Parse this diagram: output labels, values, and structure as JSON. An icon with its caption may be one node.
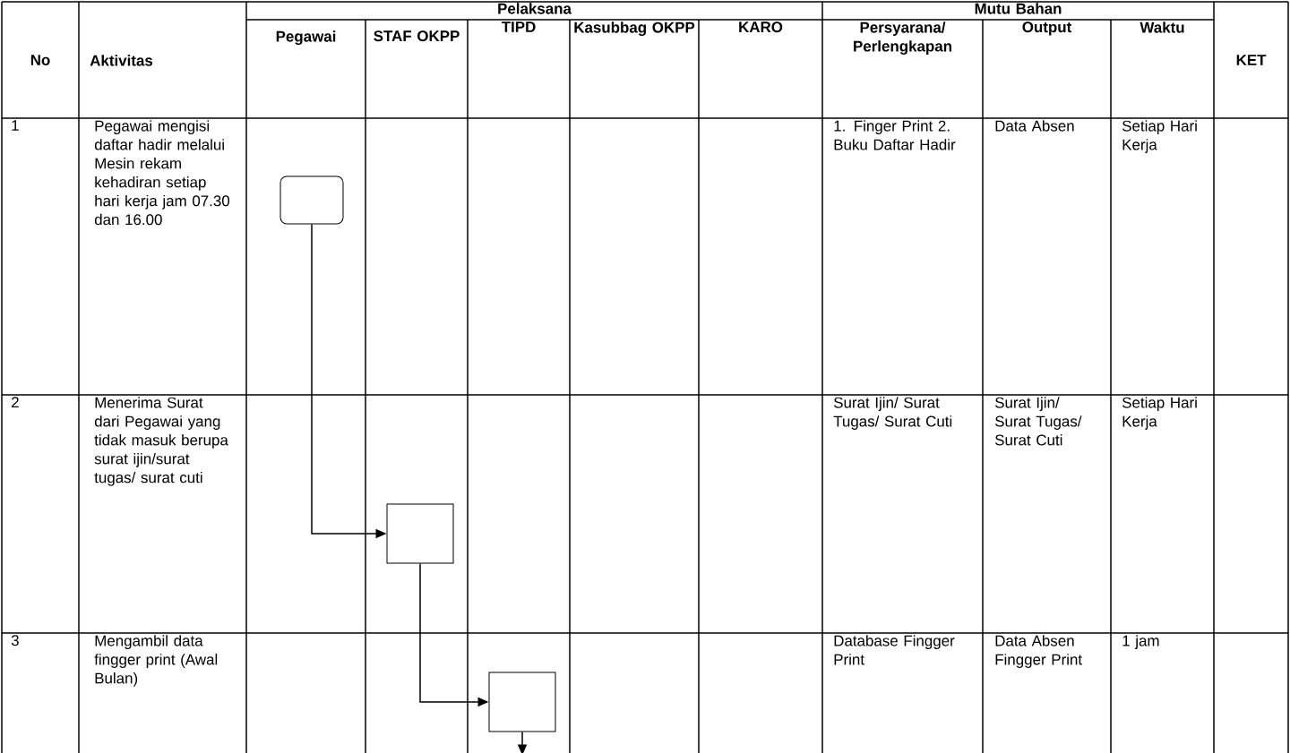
{
  "diagram": {
    "nodes": [
      {
        "text": [],
        "shape": "box"
      },
      {
        "text": [],
        "shape": "box"
      },
      {
        "text": [],
        "shape": "box"
      }
    ],
    "edges": [
      {
        "from": 0,
        "to": 1,
        "arrow": "to"
      },
      {
        "from": 1,
        "to": 2,
        "arrow": "to"
      },
      {
        "from": 2,
        "to": null,
        "arrow": "to"
      }
    ],
    "labels": [
      "Pelaksana",
      "Mutu Bahan",
      "No",
      "Aktivitas",
      "Pegawai",
      "STAF OKPP",
      "TIPD",
      "Kasubbag OKPP",
      "KARO",
      "Persyarana/ Perlengkapan",
      "Output",
      "Waktu",
      "KET",
      "1",
      "Pegawai mengisi daftar hadir melalui Mesin rekam kehadiran setiap hari kerja jam 07.30 dan 16.00",
      "1. Finger Print 2. Buku Daftar Hadir",
      "Data Absen",
      "Setiap Hari Kerja",
      "2",
      "Menerima Surat dari Pegawai yang tidak masuk berupa surat ijin/surat tugas/ surat cuti",
      "Surat Ijin/ Surat Tugas/ Surat Cuti",
      "Surat Ijin/ Surat Tugas/ Surat Cuti",
      "Setiap Hari Kerja",
      "3",
      "Mengambil data fingger print (Awal Bulan)",
      "Database Fingger Print",
      "Data Absen Fingger Print",
      "1 jam"
    ]
  }
}
